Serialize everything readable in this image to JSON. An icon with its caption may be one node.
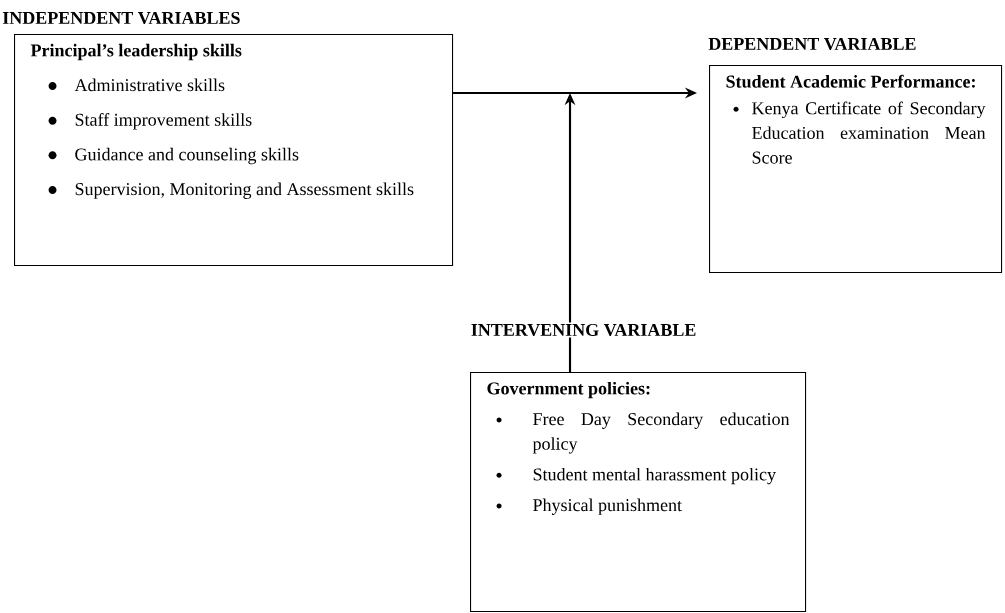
{
  "diagram": {
    "nodes": [
      {
        "text": [
          "Principal’s leadership skills",
          "Administrative skills",
          "Staff improvement skills",
          "Guidance and counseling skills",
          "Supervision, Monitoring and Assessment skills"
        ],
        "beside": [
          "INDEPENDENT VARIABLES"
        ]
      },
      {
        "text": [
          "Student Academic Performance:",
          "Kenya Certificate of Secondary Education examination Mean Score"
        ],
        "beside": [
          "DEPENDENT VARIABLE"
        ]
      },
      {
        "text": [
          "Government policies:",
          "Free Day  Secondary education policy",
          "Student mental harassment policy",
          "Physical punishment"
        ]
      }
    ],
    "edges": [
      {
        "from": 0,
        "to": 1,
        "arrow": "to"
      },
      {
        "from": 2,
        "to": null,
        "arrow": "to"
      }
    ],
    "labels": [
      "INTERVENING  VARIABLE"
    ]
  }
}
